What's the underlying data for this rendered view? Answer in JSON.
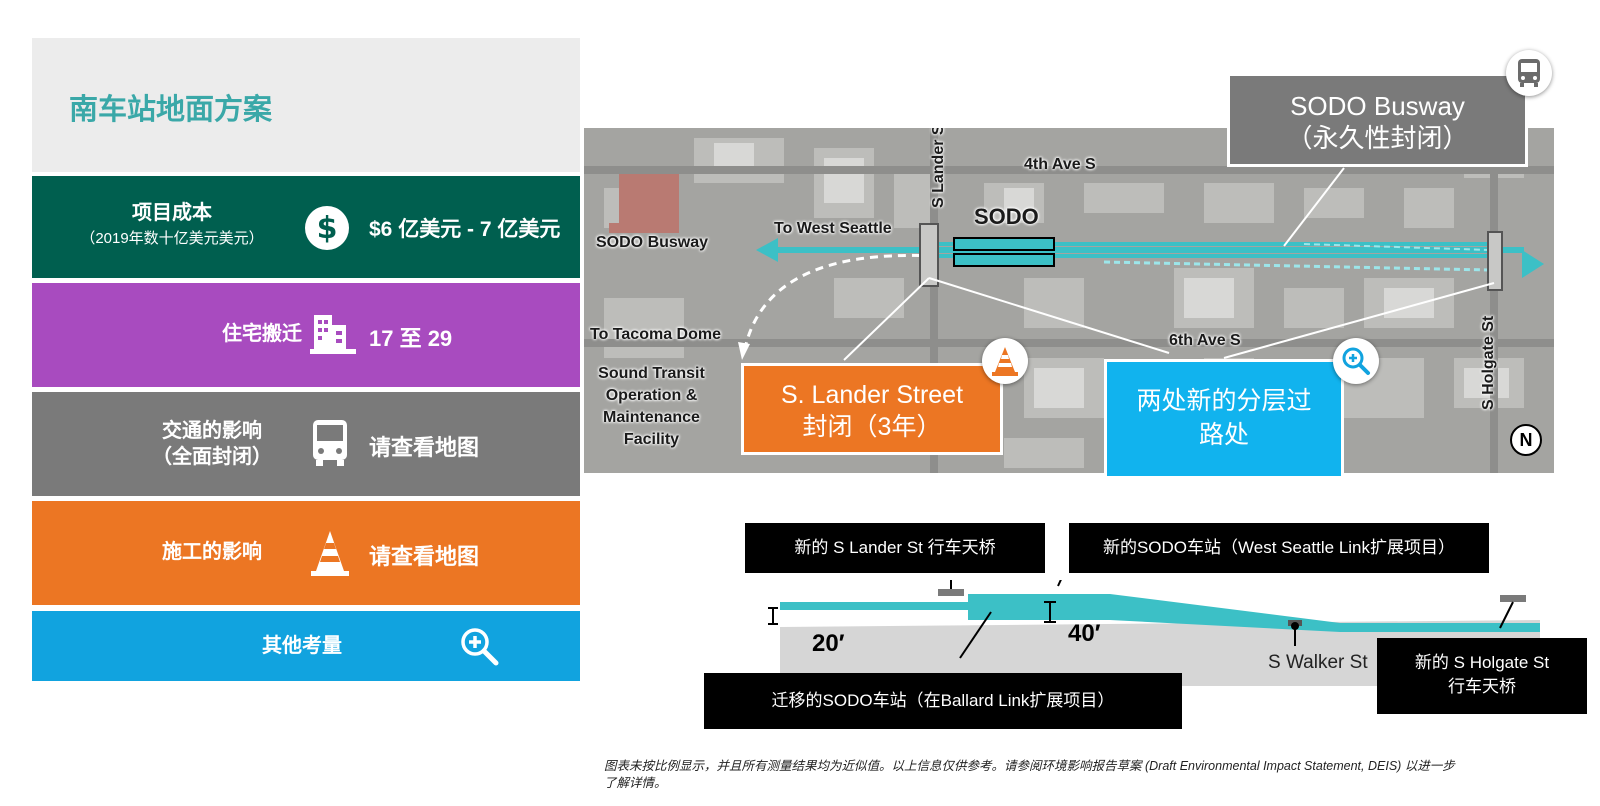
{
  "title": "南车站地面方案",
  "cost": {
    "label": "项目成本",
    "sublabel": "（2019年数十亿美元美元）",
    "icon": "dollar-icon",
    "value": "$6 亿美元 - 7 亿美元"
  },
  "residential": {
    "label": "住宅搬迁",
    "icon": "building-icon",
    "value": "17 至 29"
  },
  "traffic": {
    "label": "交通的影响",
    "sublabel": "（全面封闭）",
    "icon": "bus-icon",
    "value": "请查看地图"
  },
  "construction": {
    "label": "施工的影响",
    "icon": "traffic-cone-icon",
    "value": "请查看地图"
  },
  "other": {
    "label": "其他考量",
    "icon": "magnifier-plus-icon"
  },
  "map": {
    "labels": {
      "s_lander_st": "S Lander St",
      "fourth_ave": "4th Ave S",
      "sodo": "SODO",
      "to_west_seattle": "To West Seattle",
      "sodo_busway": "SODO Busway",
      "to_tacoma_dome": "To Tacoma Dome",
      "om_facility": [
        "Sound Transit",
        "Operation &",
        "Maintenance",
        "Facility"
      ],
      "sixth_ave": "6th Ave S",
      "s_holgate_st": "S Holgate St",
      "north": "N"
    },
    "callouts": {
      "busway": [
        "SODO Busway",
        "（永久性封闭）"
      ],
      "lander": [
        "S. Lander Street",
        "封闭（3年）"
      ],
      "grade": [
        "两处新的分层过",
        "路处"
      ]
    }
  },
  "profile": {
    "lander_overpass": "新的 S Lander St 行车天桥",
    "new_sodo_station": "新的SODO车站（West Seattle Link扩展项目）",
    "relocated_sodo_station": "迁移的SODO车站（在Ballard Link扩展项目）",
    "holgate_overpass": [
      "新的 S Holgate St",
      "行车天桥"
    ],
    "height_left": "20′",
    "height_right": "40′",
    "walker_st": "S Walker St"
  },
  "note": "图表未按比例显示，并且所有测量结果均为近似值。以上信息仅供参考。请参阅环境影响报告草案 (Draft Environmental Impact Statement, DEIS) 以进一步了解详情。",
  "colors": {
    "teal": "#3aa8a8",
    "green": "#005f4f",
    "purple": "#a84bbf",
    "gray": "#7a7a7a",
    "orange": "#ec7623",
    "blue": "#11a3df",
    "guideway": "#3cc0c6"
  }
}
